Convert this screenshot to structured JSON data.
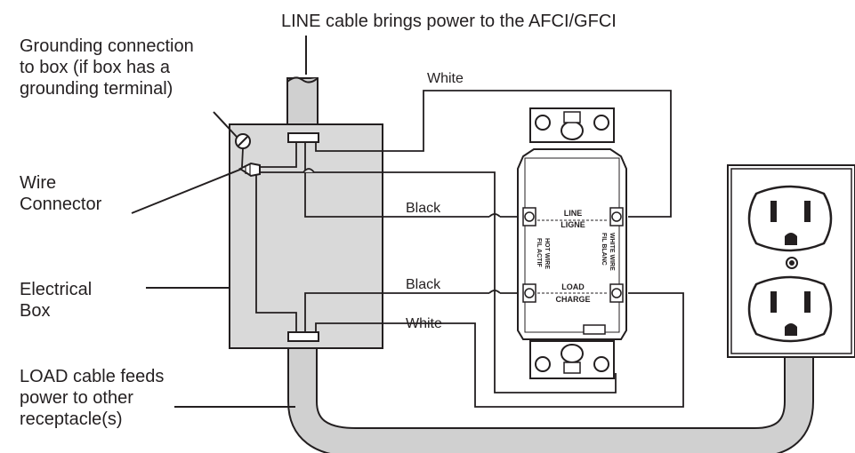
{
  "diagram": {
    "title": "LINE cable brings power to the AFCI/GFCI",
    "labels": {
      "grounding": "Grounding connection\nto box (if box has a\ngrounding terminal)",
      "wire_connector": "Wire\nConnector",
      "electrical_box": "Electrical\nBox",
      "load_cable": "LOAD cable feeds\npower to other\nreceptacle(s)"
    },
    "wires": {
      "white_top": "White",
      "black_top": "Black",
      "black_bottom": "Black",
      "white_bottom": "White"
    },
    "device": {
      "line_en": "LINE",
      "line_fr": "LIGNE",
      "load_en": "LOAD",
      "load_fr": "CHARGE",
      "hot_wire_en": "HOT WIRE",
      "hot_wire_fr": "FIL ACTIF",
      "white_wire_en": "WHITE WIRE",
      "white_wire_fr": "FIL BLANC"
    },
    "colors": {
      "line": "#231f20",
      "box_fill": "#d9d9d9",
      "cable_fill": "#d0d0d0",
      "receptacle_fill": "#ffffff"
    }
  }
}
